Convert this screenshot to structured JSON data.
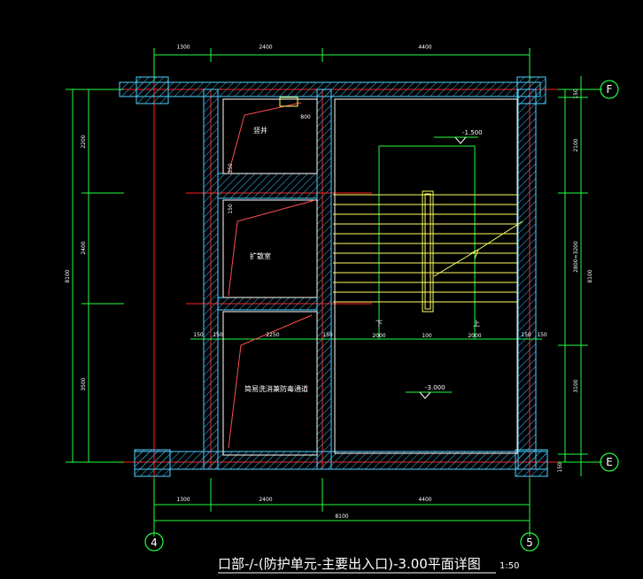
{
  "title": {
    "text": "口部-/-(防护单元-主要出入口)-3.00平面详图",
    "scale": "1:50"
  },
  "axes": {
    "top": "F",
    "bottom": "E",
    "left": "4",
    "right": "5"
  },
  "dims_top": [
    "1300",
    "2400",
    "4400"
  ],
  "dims_bottom": [
    "1300",
    "2400",
    "4400"
  ],
  "dim_bottom_total": "8100",
  "dims_left": [
    "2200",
    "2400",
    "3500"
  ],
  "dim_left_total": "8100",
  "dims_right": [
    "150",
    "2100",
    "2800=3200",
    "3100",
    "150"
  ],
  "dim_right_total": "8100",
  "dims_stair": [
    "2000",
    "100",
    "2000"
  ],
  "dims_mid": [
    "150",
    "150",
    "2250",
    "150",
    "150",
    "150"
  ],
  "dims_misc": [
    "800",
    "350",
    "150"
  ],
  "rooms": {
    "shaft": "竖井",
    "expansion": "扩散室",
    "decon": "简易洗消兼防毒通道"
  },
  "elevations": {
    "upper": "-1.500",
    "lower": "-3.000"
  },
  "stair": {
    "down": "下",
    "up": "上"
  },
  "colors": {
    "background": "#000000",
    "wall": "#4fd0ff",
    "axis": "#ff2020",
    "dimension": "#20ff40",
    "stair": "#ffff60",
    "text": "#ffffff"
  }
}
